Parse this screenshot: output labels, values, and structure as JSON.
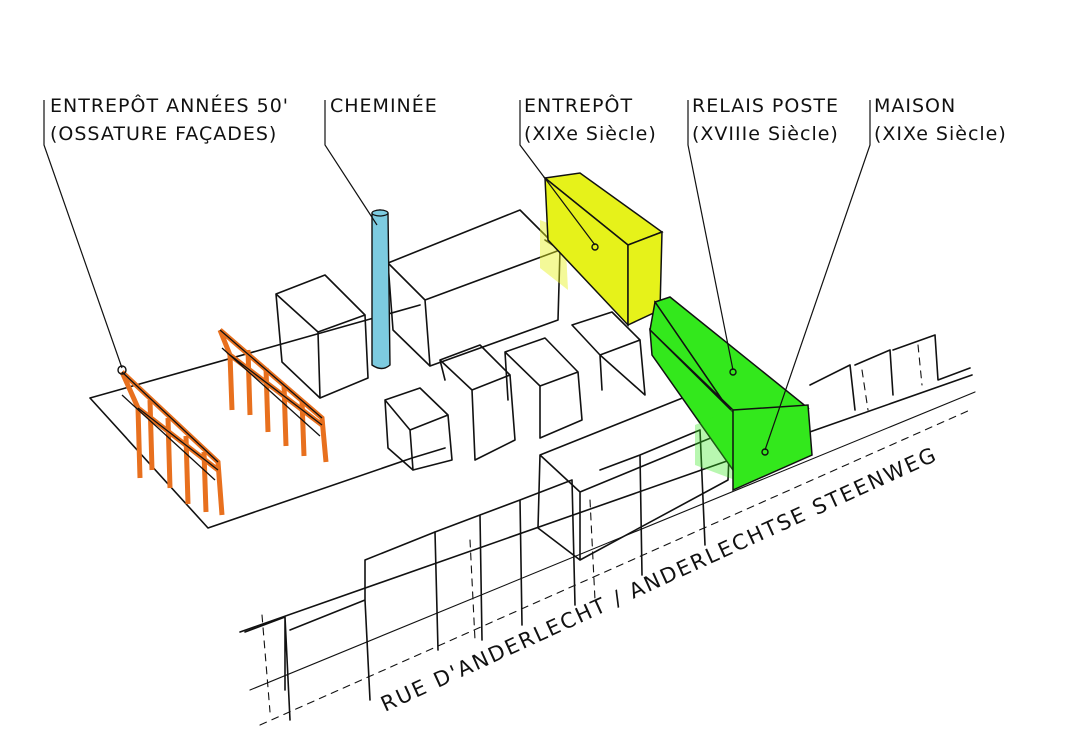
{
  "labels": {
    "entrepot_50": {
      "line1": "ENTREPÔT ANNÉES 50'",
      "line2": "(OSSATURE FAÇADES)"
    },
    "cheminee": {
      "line1": "CHEMINÉE"
    },
    "entrepot_xix": {
      "line1": "ENTREPÔT",
      "line2": "(XIXe Siècle)"
    },
    "relais_poste": {
      "line1": "RELAIS POSTE",
      "line2": "(XVIIIe Siècle)"
    },
    "maison": {
      "line1": "MAISON",
      "line2": "(XIXe Siècle)"
    }
  },
  "street_name": "RUE D'ANDERLECHT / ANDERLECHTSE STEENWEG",
  "colors": {
    "entrepot_50_frame": "#e8701e",
    "cheminee": "#7dcbe0",
    "entrepot_xix": "#e6f21a",
    "relais_poste": "#33e81c",
    "maison": "#33e81c",
    "ink": "#111111"
  }
}
